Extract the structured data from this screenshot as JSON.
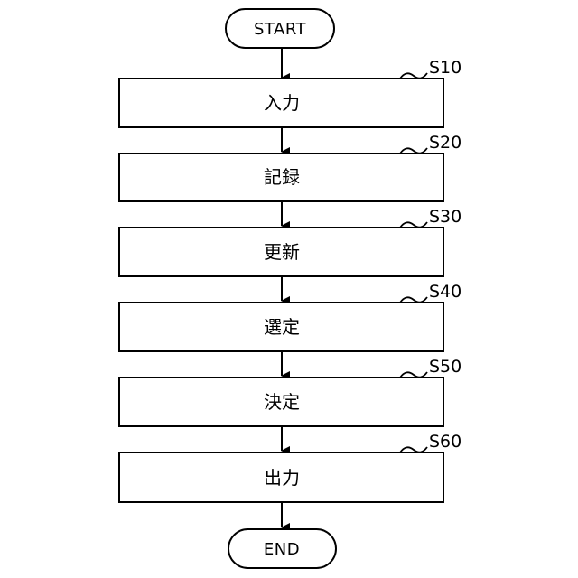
{
  "flowchart": {
    "start": {
      "label": "START"
    },
    "end": {
      "label": "END"
    },
    "steps": [
      {
        "id": "S10",
        "label": "入力"
      },
      {
        "id": "S20",
        "label": "記録"
      },
      {
        "id": "S30",
        "label": "更新"
      },
      {
        "id": "S40",
        "label": "選定"
      },
      {
        "id": "S50",
        "label": "決定"
      },
      {
        "id": "S60",
        "label": "出力"
      }
    ]
  }
}
